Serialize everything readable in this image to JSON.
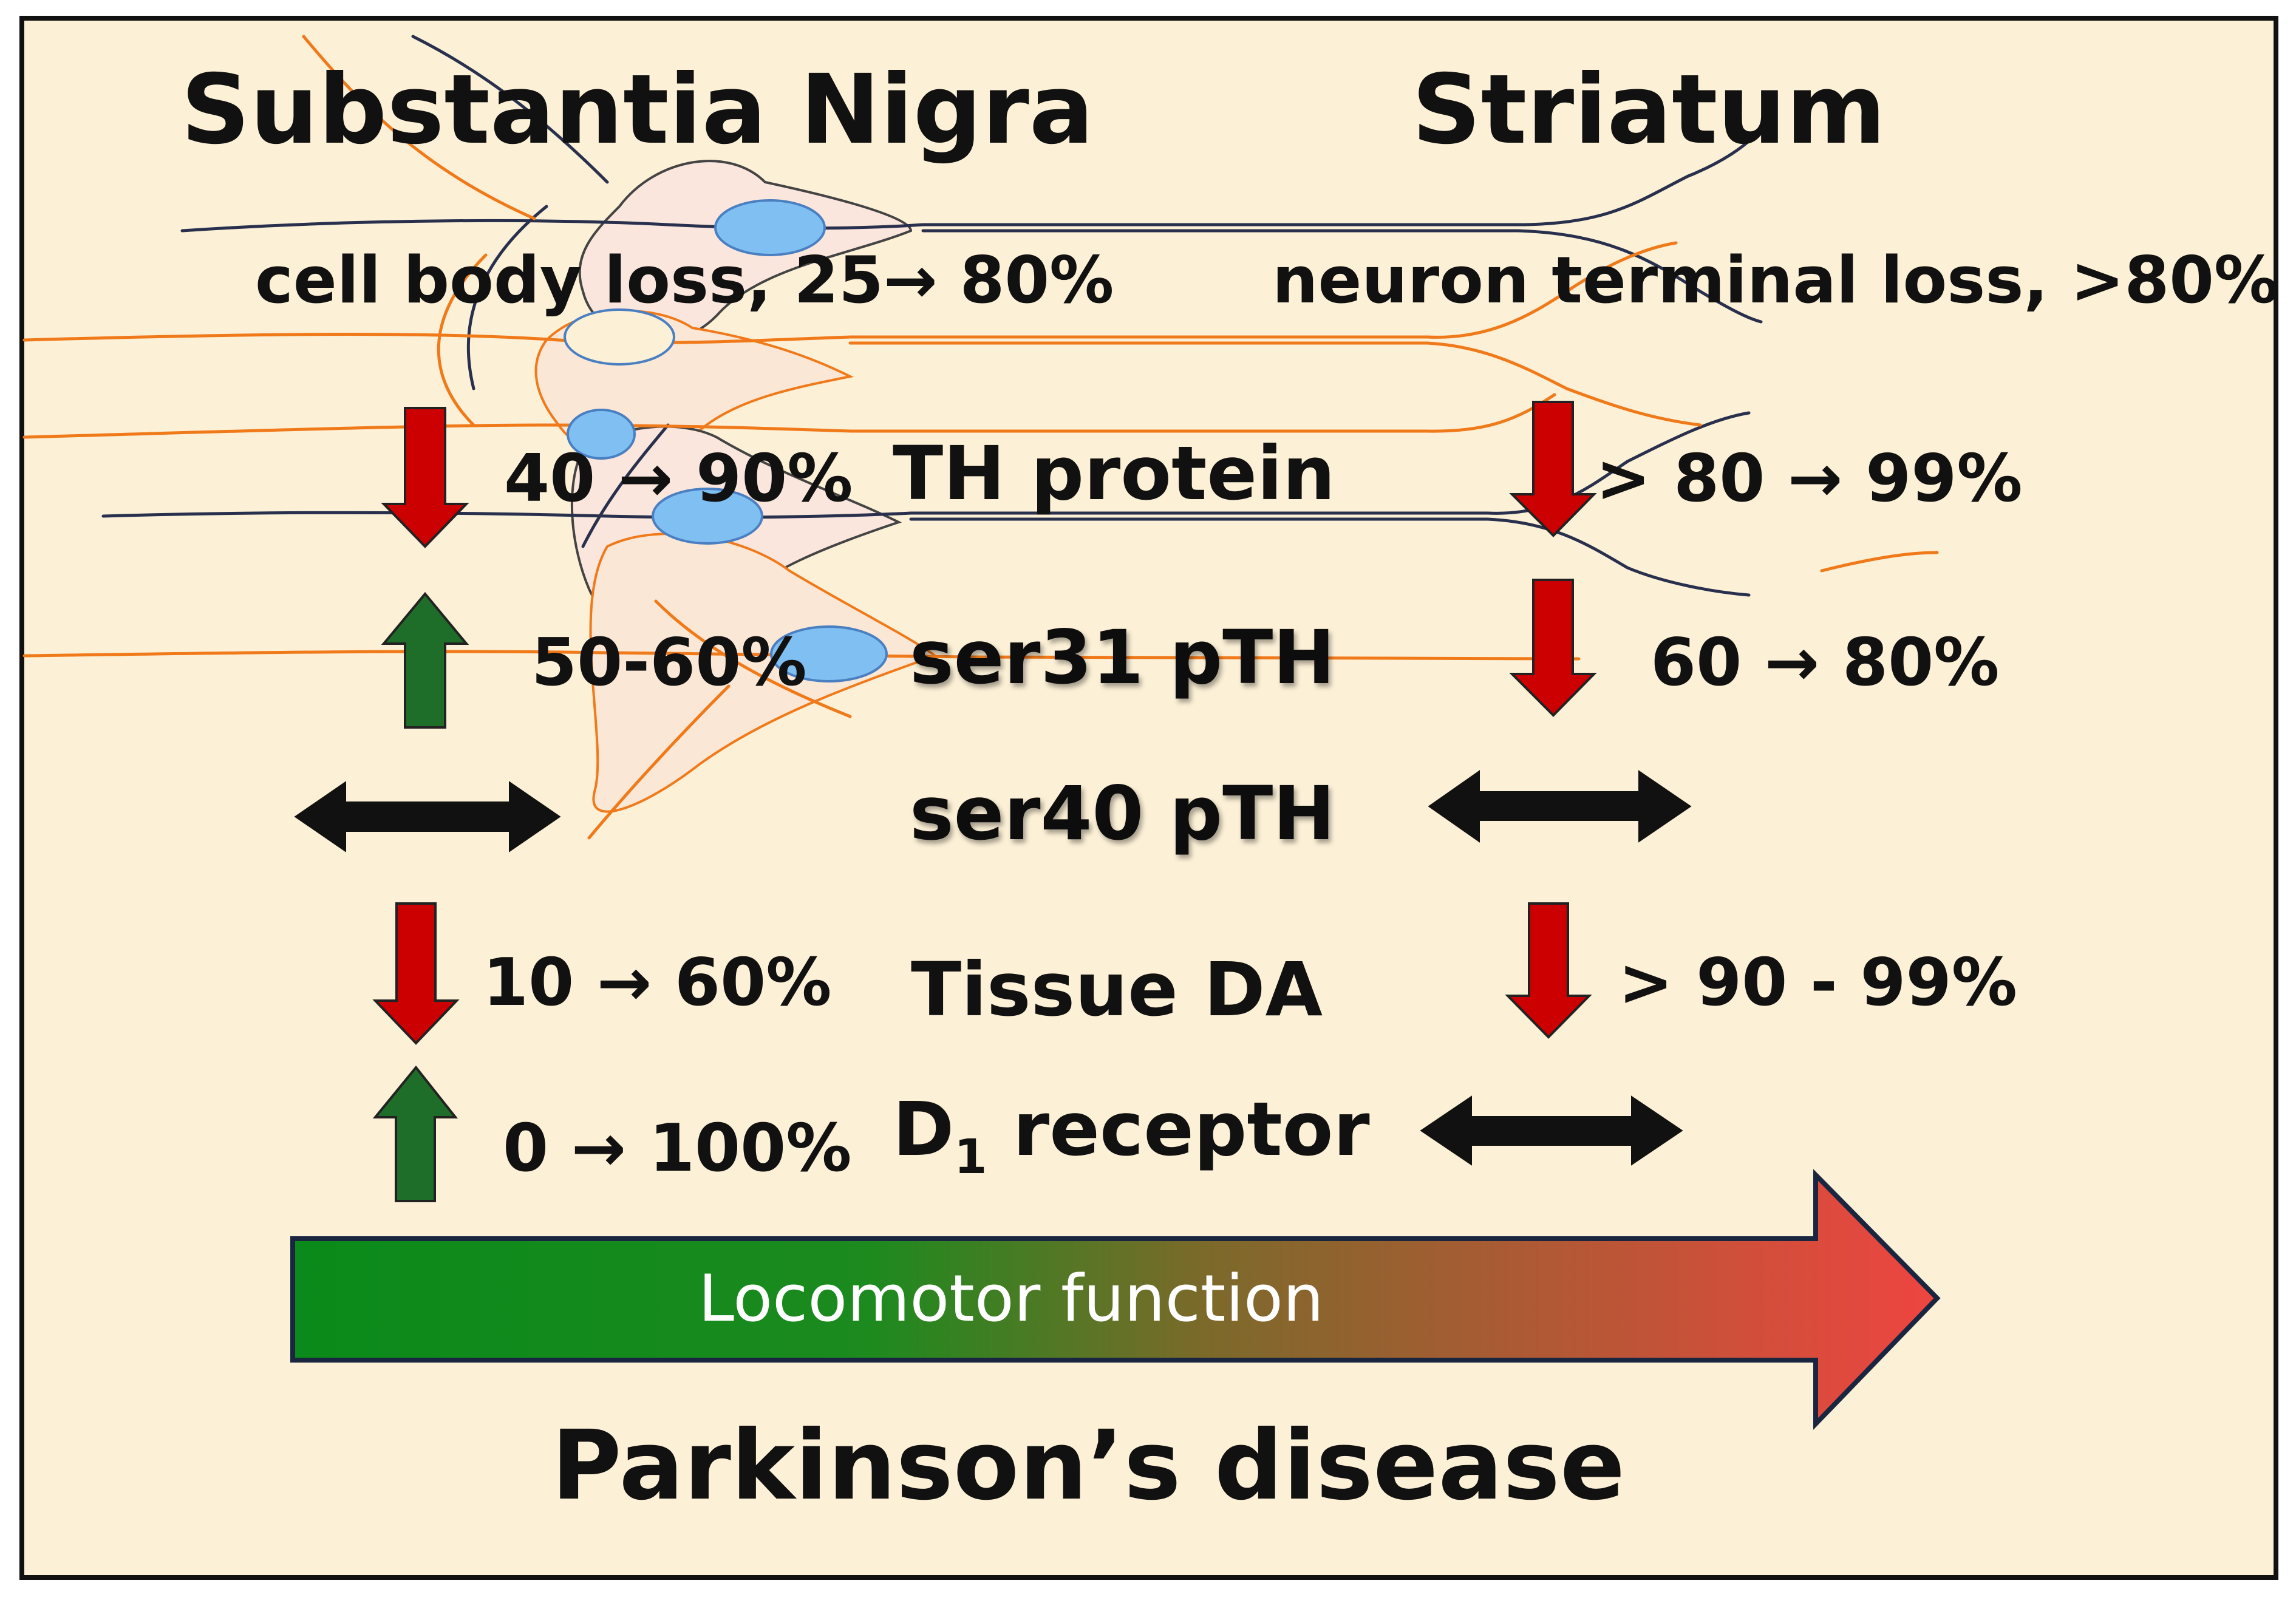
{
  "colors": {
    "background": "#fcf0d6",
    "border": "#111111",
    "down_arrow": "#cc0000",
    "up_arrow": "#1e6e2a",
    "no_change_arrow": "#111111",
    "axon_orange": "#f07a1a",
    "axon_dark": "#28304e",
    "nucleus": "#7fbff2",
    "gradient_start": "#0a8a1a",
    "gradient_end": "#ee4540"
  },
  "headers": {
    "left": "Substantia Nigra",
    "right": "Striatum"
  },
  "notes": {
    "left": "cell body loss, 25→ 80%",
    "right": "neuron terminal loss, >80%"
  },
  "rows": [
    {
      "name": "th-protein",
      "label": "TH protein",
      "left_value": "40 → 90%",
      "right_value": "> 80 → 99%",
      "left_change": "down",
      "right_change": "down"
    },
    {
      "name": "ser31",
      "label": "ser31 pTH",
      "left_value": "50-60%",
      "right_value": "60 → 80%",
      "left_change": "up",
      "right_change": "down"
    },
    {
      "name": "ser40",
      "label": "ser40 pTH",
      "left_value": "",
      "right_value": "",
      "left_change": "none",
      "right_change": "none"
    },
    {
      "name": "tissue-da",
      "label": "Tissue DA",
      "left_value": "10 → 60%",
      "right_value": "> 90 - 99%",
      "left_change": "down",
      "right_change": "down"
    },
    {
      "name": "d1-receptor",
      "label_main": "D",
      "label_sub": "1",
      "label_rest": " receptor",
      "left_value": "0 → 100%",
      "right_value": "",
      "left_change": "up",
      "right_change": "none"
    }
  ],
  "progression": {
    "arrow_label": "Locomotor function",
    "caption": "Parkinson’s disease"
  },
  "icons": [
    "down-arrow-icon",
    "up-arrow-icon",
    "double-headed-arrow-icon",
    "neuron-illustration"
  ]
}
